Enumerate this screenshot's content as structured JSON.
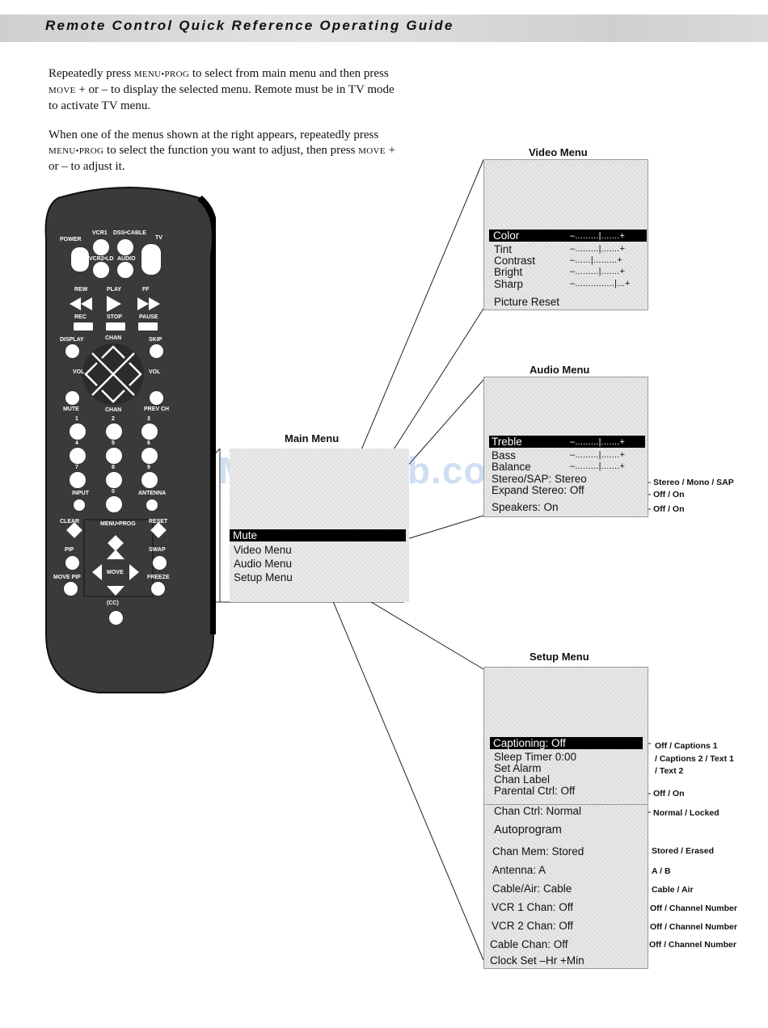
{
  "header": {
    "title": "Remote Control Quick Reference Operating Guide"
  },
  "intro": {
    "p1_a": "Repeatedly press ",
    "p1_key1": "MENU•PROG",
    "p1_b": " to select from main menu and then press ",
    "p1_key2": "MOVE",
    "p1_c": " + or – to display the selected menu.  Remote must be in TV mode to activate TV menu.",
    "p2_a": "When one of the menus shown at the right appears, repeatedly press ",
    "p2_key1": "MENU•PROG",
    "p2_b": " to select the function you want to adjust, then press ",
    "p2_key2": "MOVE",
    "p2_c": " + or – to adjust it."
  },
  "remote": {
    "labels": {
      "power": "POWER",
      "vcr1": "VCR1",
      "dss_cable": "DSS•CABLE",
      "tv": "TV",
      "vcr2_ld": "VCR2•LD",
      "audio": "AUDIO",
      "rew": "REW",
      "play": "PLAY",
      "ff": "FF",
      "rec": "REC",
      "stop": "STOP",
      "pause": "PAUSE",
      "display": "DISPLAY",
      "chan": "CHAN",
      "skip": "SKIP",
      "vol_left": "VOL",
      "vol_right": "VOL",
      "mute": "MUTE",
      "chan_down": "CHAN",
      "prev_ch": "PREV CH",
      "digits": [
        "1",
        "2",
        "3",
        "4",
        "5",
        "6",
        "7",
        "8",
        "9"
      ],
      "input": "INPUT",
      "zero": "0",
      "antenna": "ANTENNA",
      "clear": "CLEAR",
      "menu_prog": "MENU•PROG",
      "reset": "RESET",
      "pip": "PIP",
      "swap": "SWAP",
      "move_pip": "MOVE PIP",
      "move": "MOVE",
      "freeze": "FREEZE",
      "cc": "(CC)"
    }
  },
  "main_menu": {
    "title": "Main Menu",
    "items": [
      "Mute",
      "Video Menu",
      "Audio Menu",
      "Setup Menu"
    ]
  },
  "video_menu": {
    "title": "Video Menu",
    "items": [
      {
        "label": "Color",
        "scale": "–.........|.......+"
      },
      {
        "label": "Tint",
        "scale": "–.........|.......+"
      },
      {
        "label": "Contrast",
        "scale": "–......|.........+"
      },
      {
        "label": "Bright",
        "scale": "–.........|.......+"
      },
      {
        "label": "Sharp",
        "scale": "–...............|...+"
      }
    ],
    "reset": "Picture Reset"
  },
  "audio_menu": {
    "title": "Audio Menu",
    "items": [
      {
        "label": "Treble",
        "scale": "–.........|.......+"
      },
      {
        "label": "Bass",
        "scale": "–.........|.......+"
      },
      {
        "label": "Balance",
        "scale": "–.........|.......+"
      }
    ],
    "stereo_sap": "Stereo/SAP: Stereo",
    "expand_stereo": "Expand Stereo: Off",
    "speakers": "Speakers: On",
    "notes": [
      "Stereo / Mono / SAP",
      "Off / On",
      "Off / On"
    ]
  },
  "setup_menu": {
    "title": "Setup Menu",
    "items": [
      "Captioning:  Off",
      "Sleep Timer 0:00",
      "Set Alarm",
      "Chan Label",
      "Parental Ctrl: Off"
    ],
    "rows": [
      "Chan Ctrl: Normal",
      "Autoprogram",
      "Chan Mem: Stored",
      "Antenna:  A",
      "Cable/Air: Cable",
      "VCR 1 Chan: Off",
      "VCR 2 Chan: Off",
      "Cable Chan: Off",
      "Clock Set  –Hr +Min"
    ],
    "notes": {
      "captioning_1": "Off / Captions 1",
      "captioning_2": "/ Captions 2 / Text 1",
      "captioning_3": "/ Text 2",
      "parental": "Off / On",
      "chan_ctrl": "Normal / Locked",
      "chan_mem": "Stored / Erased",
      "antenna": "A / B",
      "cable_air": "Cable / Air",
      "vcr1": "Off / Channel Number",
      "vcr2": "Off / Channel Number",
      "cable_chan": "Off / Channel Number"
    }
  },
  "watermark": "ManualsLib.com"
}
